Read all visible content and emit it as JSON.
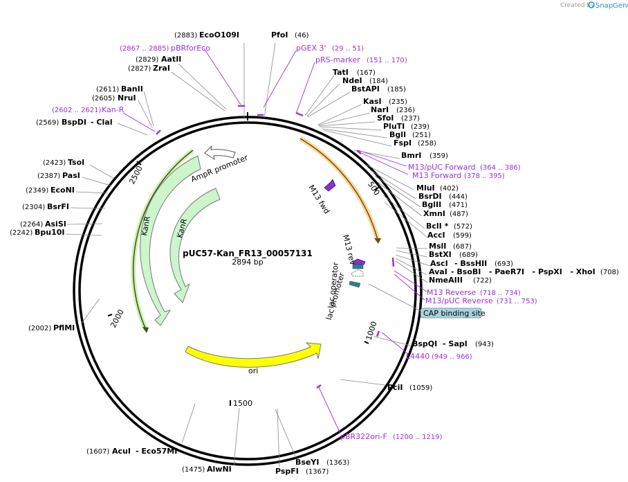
{
  "credit": {
    "prefix": "Created by",
    "brand": "SnapGene"
  },
  "plasmid": {
    "name": "pUC57-Kan_FR13_00057131",
    "size": "2894 bp",
    "length": 2894
  },
  "ticks": [
    {
      "label": "500",
      "bp": 500
    },
    {
      "label": "1000",
      "bp": 1000
    },
    {
      "label": "1500",
      "bp": 1500
    },
    {
      "label": "2000",
      "bp": 2000
    },
    {
      "label": "2500",
      "bp": 2500
    }
  ],
  "features": [
    {
      "name": "AmpR promoter",
      "color": "#ffffff",
      "stroke": "#555555"
    },
    {
      "name": "KanR",
      "color": "#ccf5cc",
      "stroke": "#777777"
    },
    {
      "name": "KanR",
      "color": "#ccf5cc",
      "stroke": "#777777"
    },
    {
      "name": "ori",
      "color": "#ffff00",
      "stroke": "#777777"
    },
    {
      "name": "M13 fwd"
    },
    {
      "name": "M13 rev"
    },
    {
      "name": "lac operator"
    },
    {
      "name": "lac promoter"
    },
    {
      "name": "CAP binding site"
    }
  ],
  "sites": [
    {
      "name": "EcoO109I",
      "pos": "(2883)"
    },
    {
      "name": "PfoI",
      "pos": "(46)"
    },
    {
      "name": "AatII",
      "pos": "(2829)"
    },
    {
      "name": "ZraI",
      "pos": "(2827)"
    },
    {
      "name": "TatI",
      "pos": "(167)"
    },
    {
      "name": "NdeI",
      "pos": "(184)"
    },
    {
      "name": "BstAPI",
      "pos": "(185)"
    },
    {
      "name": "BanII",
      "pos": "(2611)"
    },
    {
      "name": "NruI",
      "pos": "(2605)"
    },
    {
      "name": "KasI",
      "pos": "(235)"
    },
    {
      "name": "NarI",
      "pos": "(236)"
    },
    {
      "name": "SfoI",
      "pos": "(237)"
    },
    {
      "name": "BspDI",
      "pos": "(2569)",
      "extra": "- ClaI"
    },
    {
      "name": "PluTI",
      "pos": "(239)"
    },
    {
      "name": "BglI",
      "pos": "(251)"
    },
    {
      "name": "FspI",
      "pos": "(258)"
    },
    {
      "name": "BmrI",
      "pos": "(359)"
    },
    {
      "name": "TsoI",
      "pos": "(2423)"
    },
    {
      "name": "PasI",
      "pos": "(2387)"
    },
    {
      "name": "MluI",
      "pos": "(402)"
    },
    {
      "name": "EcoNI",
      "pos": "(2349)"
    },
    {
      "name": "BsrDI",
      "pos": "(444)"
    },
    {
      "name": "BglII",
      "pos": "(471)"
    },
    {
      "name": "BsrFI",
      "pos": "(2304)"
    },
    {
      "name": "XmnI",
      "pos": "(487)"
    },
    {
      "name": "AsiSI",
      "pos": "(2264)"
    },
    {
      "name": "BclI *",
      "pos": "(572)"
    },
    {
      "name": "Bpu10I",
      "pos": "(2242)"
    },
    {
      "name": "AccI",
      "pos": "(599)"
    },
    {
      "name": "MslI",
      "pos": "(687)"
    },
    {
      "name": "BstXI",
      "pos": "(689)"
    },
    {
      "name": "AscI",
      "pos": "(693)",
      "extra": "- BssHII"
    },
    {
      "name": "AvaI",
      "pos": "(708)",
      "extra": "- BsoBI   - PaeR7I   - PspXI   - XhoI"
    },
    {
      "name": "NmeAIII",
      "pos": "(722)"
    },
    {
      "name": "PflMI",
      "pos": "(2002)"
    },
    {
      "name": "BspQI",
      "pos": "(943)",
      "extra": "- SapI"
    },
    {
      "name": "PciI",
      "pos": "(1059)"
    },
    {
      "name": "AcuI",
      "pos": "(1607)",
      "extra": "- Eco57MI"
    },
    {
      "name": "AlwNI",
      "pos": "(1475)"
    },
    {
      "name": "BseYI",
      "pos": "(1363)"
    },
    {
      "name": "PspFI",
      "pos": "(1367)"
    }
  ],
  "primers": [
    {
      "name": "pBRforEco",
      "range": "(2867 .. 2885)"
    },
    {
      "name": "pGEX 3'",
      "range": "(29 .. 51)"
    },
    {
      "name": "pRS-marker",
      "range": "(151 .. 170)"
    },
    {
      "name": "Kan-R",
      "range": "(2602 .. 2621)"
    },
    {
      "name": "M13/pUC Forward",
      "range": "(364 .. 386)"
    },
    {
      "name": "M13 Forward",
      "range": "(378 .. 395)"
    },
    {
      "name": "M13 Reverse",
      "range": "(718 .. 734)"
    },
    {
      "name": "M13/pUC Reverse",
      "range": "(731 .. 753)"
    },
    {
      "name": "L4440",
      "range": "(949 .. 966)"
    },
    {
      "name": "pBR322ori-F",
      "range": "(1200 .. 1219)"
    }
  ]
}
